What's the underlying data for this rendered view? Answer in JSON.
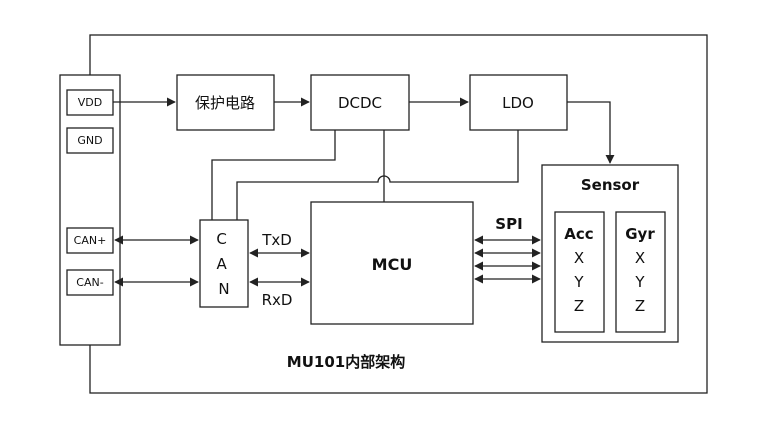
{
  "connector": {
    "pins": [
      "VDD",
      "GND",
      "CAN+",
      "CAN-"
    ]
  },
  "blocks": {
    "protection": "保护电路",
    "dcdc": "DCDC",
    "ldo": "LDO",
    "can": "C\nA\nN",
    "mcu": "MCU"
  },
  "signals": {
    "txd": "TxD",
    "rxd": "RxD",
    "spi": "SPI"
  },
  "sensor": {
    "title": "Sensor",
    "acc": {
      "title": "Acc",
      "axes": [
        "X",
        "Y",
        "Z"
      ]
    },
    "gyr": {
      "title": "Gyr",
      "axes": [
        "X",
        "Y",
        "Z"
      ]
    }
  },
  "caption": "MU101内部架构"
}
